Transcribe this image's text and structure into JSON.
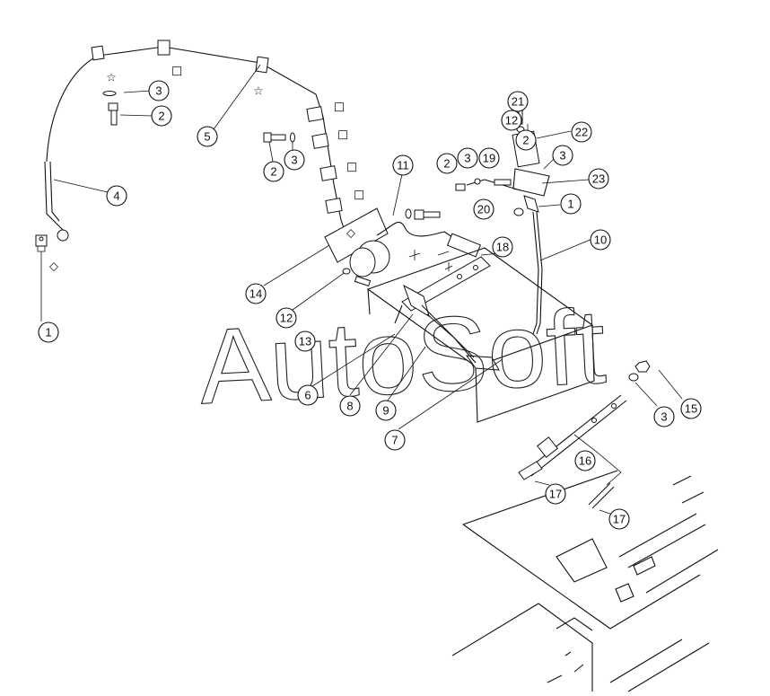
{
  "watermark": "AutoSoft",
  "symbols": {
    "star": "☆",
    "square": "□",
    "diamond": "◇"
  },
  "callouts": [
    {
      "label": "1"
    },
    {
      "label": "2"
    },
    {
      "label": "3"
    },
    {
      "label": "4"
    },
    {
      "label": "5"
    },
    {
      "label": "2"
    },
    {
      "label": "3"
    },
    {
      "label": "11"
    },
    {
      "label": "14"
    },
    {
      "label": "12"
    },
    {
      "label": "13"
    },
    {
      "label": "6"
    },
    {
      "label": "8"
    },
    {
      "label": "9"
    },
    {
      "label": "7"
    },
    {
      "label": "18"
    },
    {
      "label": "21"
    },
    {
      "label": "12"
    },
    {
      "label": "2"
    },
    {
      "label": "22"
    },
    {
      "label": "2"
    },
    {
      "label": "3"
    },
    {
      "label": "19"
    },
    {
      "label": "3"
    },
    {
      "label": "23"
    },
    {
      "label": "20"
    },
    {
      "label": "1"
    },
    {
      "label": "10"
    },
    {
      "label": "3"
    },
    {
      "label": "15"
    },
    {
      "label": "16"
    },
    {
      "label": "17"
    },
    {
      "label": "17"
    }
  ]
}
